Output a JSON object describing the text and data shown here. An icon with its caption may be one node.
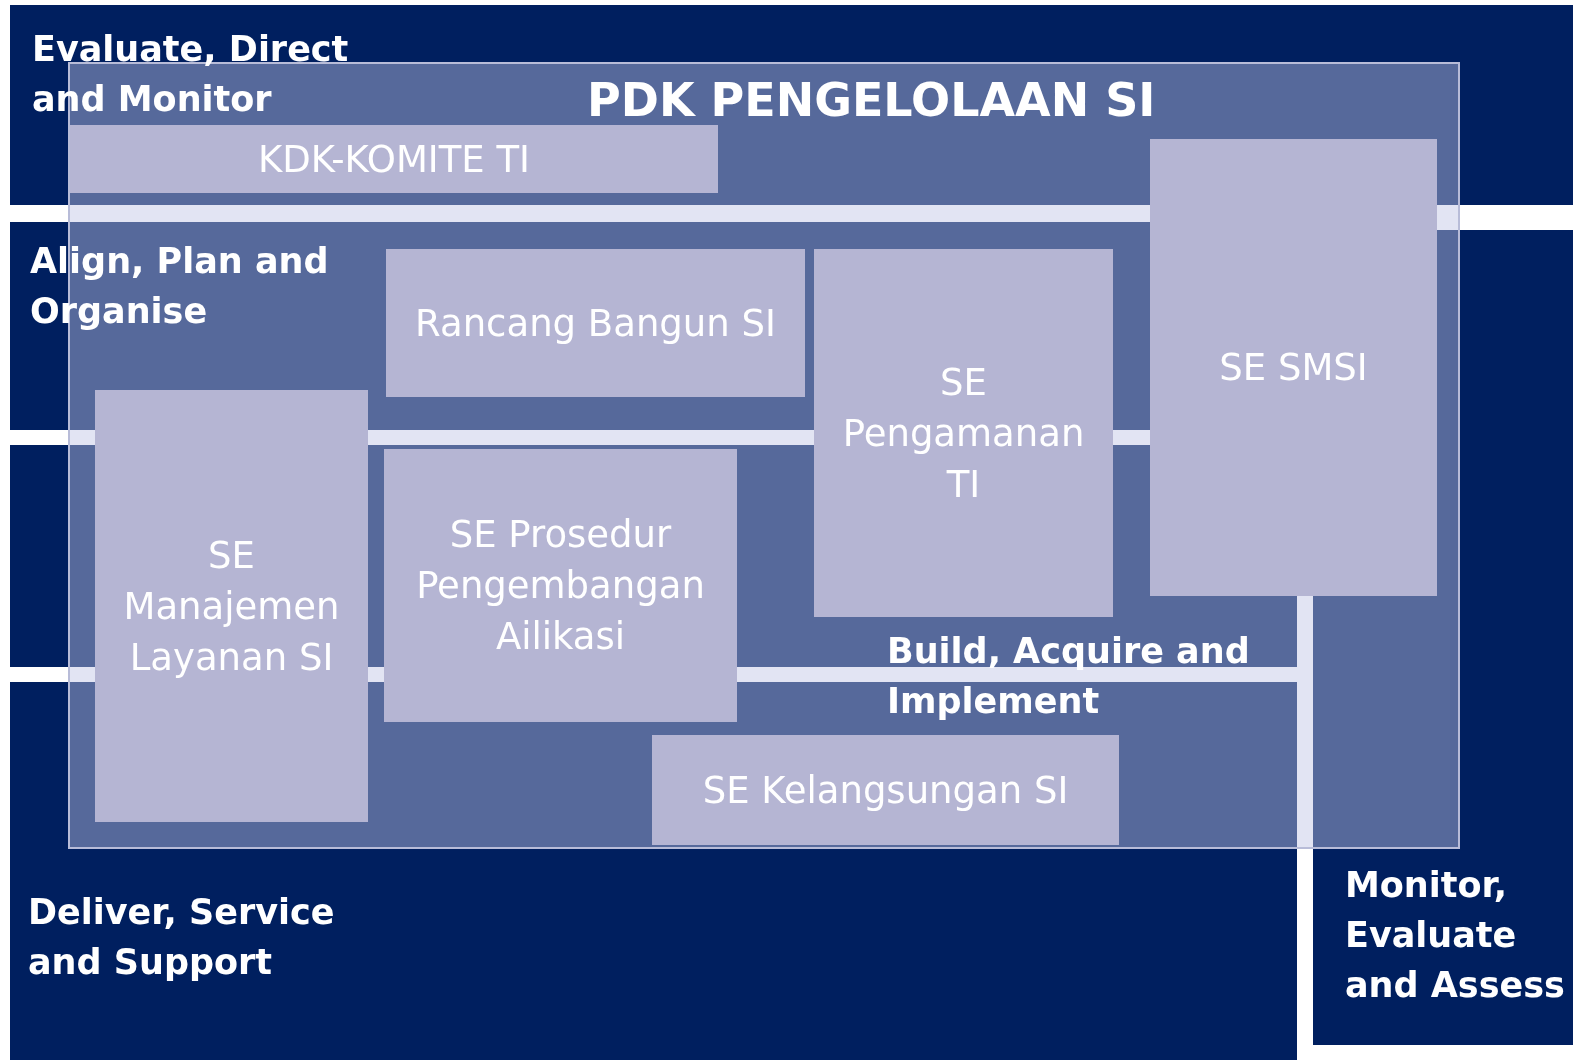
{
  "diagram": {
    "nodes": [
      {
        "text": [
          "Evaluate, Direct and Monitor"
        ]
      },
      {
        "text": [
          "Align, Plan and Organise"
        ]
      },
      {
        "text": [
          "Build, Acquire and Implement"
        ],
        "in": 5
      },
      {
        "text": [
          "Deliver, Service and Support"
        ]
      },
      {
        "text": [
          "Monitor, Evaluate and Assess"
        ]
      },
      {
        "text": [
          "PDK PENGELOLAAN SI"
        ]
      },
      {
        "text": [
          "KDK-KOMITE TI"
        ],
        "in": 5
      },
      {
        "text": [
          "Rancang Bangun SI"
        ],
        "in": 5
      },
      {
        "text": [
          "SE Pengamanan TI"
        ],
        "in": 5
      },
      {
        "text": [
          "SE SMSI"
        ],
        "in": 5
      },
      {
        "text": [
          "SE Manajemen Layanan SI"
        ],
        "in": 5
      },
      {
        "text": [
          "SE Prosedur Pengembangan Ailikasi"
        ],
        "in": 5
      },
      {
        "text": [
          "SE Kelangsungan SI"
        ],
        "in": 5
      }
    ]
  }
}
